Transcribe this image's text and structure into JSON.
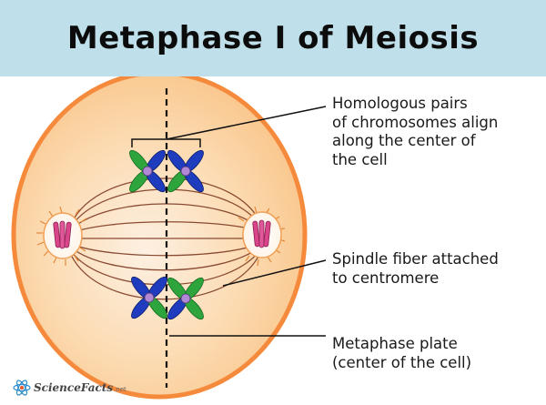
{
  "title": "Metaphase I of Meiosis",
  "annotations": {
    "homologous": [
      "Homologous pairs",
      "of chromosomes align",
      "along the center of",
      "the cell"
    ],
    "spindle": [
      "Spindle fiber attached",
      "to centromere"
    ],
    "plate": [
      "Metaphase plate",
      "(center of the cell)"
    ]
  },
  "logo": {
    "word": "ScienceFacts",
    "tld": ".net",
    "logo_icon": "atom-icon"
  },
  "colors": {
    "title_band": "#bfe0ea",
    "cell_fill": "#fbd3a0",
    "cell_outline": "#f58a3c",
    "spindle_fiber": "#8a4a32",
    "chromosome_green": "#2ea53c",
    "chromosome_blue": "#1e3cbd",
    "centromere": "#b088d6",
    "centrosome": "#d9458a"
  }
}
